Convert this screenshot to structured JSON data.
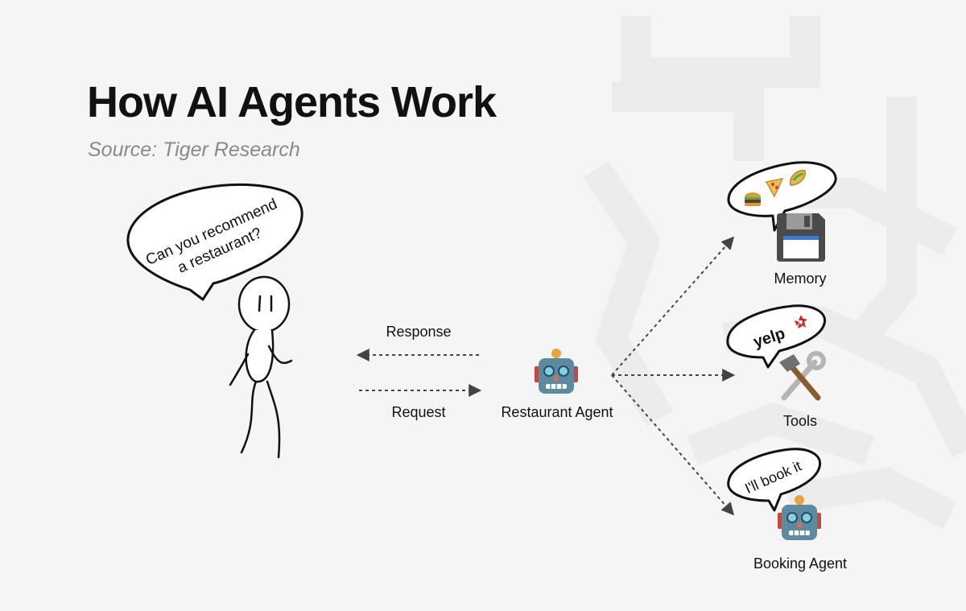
{
  "header": {
    "title": "How AI Agents Work",
    "source": "Source: Tiger Research"
  },
  "user": {
    "speech": [
      "Can you recommend",
      "a restaurant?"
    ]
  },
  "flow": {
    "response_label": "Response",
    "request_label": "Request"
  },
  "agent": {
    "label": "Restaurant Agent"
  },
  "components": {
    "memory": {
      "label": "Memory"
    },
    "tools": {
      "label": "Tools",
      "bubble_brand": "yelp"
    },
    "booking": {
      "label": "Booking Agent",
      "speech": "I'll book it"
    }
  },
  "colors": {
    "background": "#f5f5f5",
    "ink": "#111111",
    "muted": "#8a8a8a",
    "watermark": "#ececec",
    "yelp_red": "#d32323",
    "robot_body": "#5c8aa0",
    "robot_eye": "#7fd0e8",
    "disk_body": "#4a4a4a",
    "disk_label": "#3a7bd5"
  }
}
